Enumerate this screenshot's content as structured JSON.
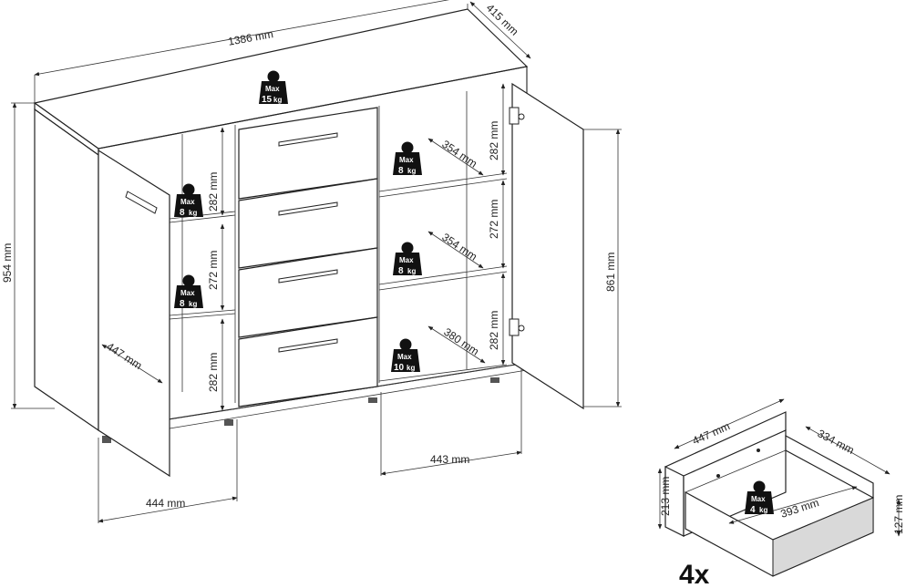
{
  "cabinet": {
    "width": "1386 mm",
    "depth": "415 mm",
    "height": "954 mm",
    "door_height": "861 mm",
    "door_width_left": "447 mm",
    "left_section_width": "444 mm",
    "right_section_width": "443 mm",
    "left_compartment_heights": [
      "282 mm",
      "272 mm",
      "282 mm"
    ],
    "right_compartment_heights": [
      "282 mm",
      "272 mm",
      "282 mm"
    ],
    "right_shelf_depths": [
      "354 mm",
      "354 mm",
      "380 mm"
    ]
  },
  "weights": {
    "top": {
      "label": "Max",
      "value": "15",
      "unit": "kg"
    },
    "left_1": {
      "label": "Max",
      "value": "8",
      "unit": "kg"
    },
    "left_2": {
      "label": "Max",
      "value": "8",
      "unit": "kg"
    },
    "right_1": {
      "label": "Max",
      "value": "8",
      "unit": "kg"
    },
    "right_2": {
      "label": "Max",
      "value": "8",
      "unit": "kg"
    },
    "right_3": {
      "label": "Max",
      "value": "10",
      "unit": "kg"
    },
    "drawer": {
      "label": "Max",
      "value": "4",
      "unit": "kg"
    }
  },
  "drawer": {
    "width": "447 mm",
    "depth": "334 mm",
    "height": "213 mm",
    "inner_width": "393 mm",
    "side_height": "127 mm",
    "quantity": "4x"
  },
  "icons": [
    "weight-icon",
    "hinge-icon",
    "handle-icon"
  ]
}
